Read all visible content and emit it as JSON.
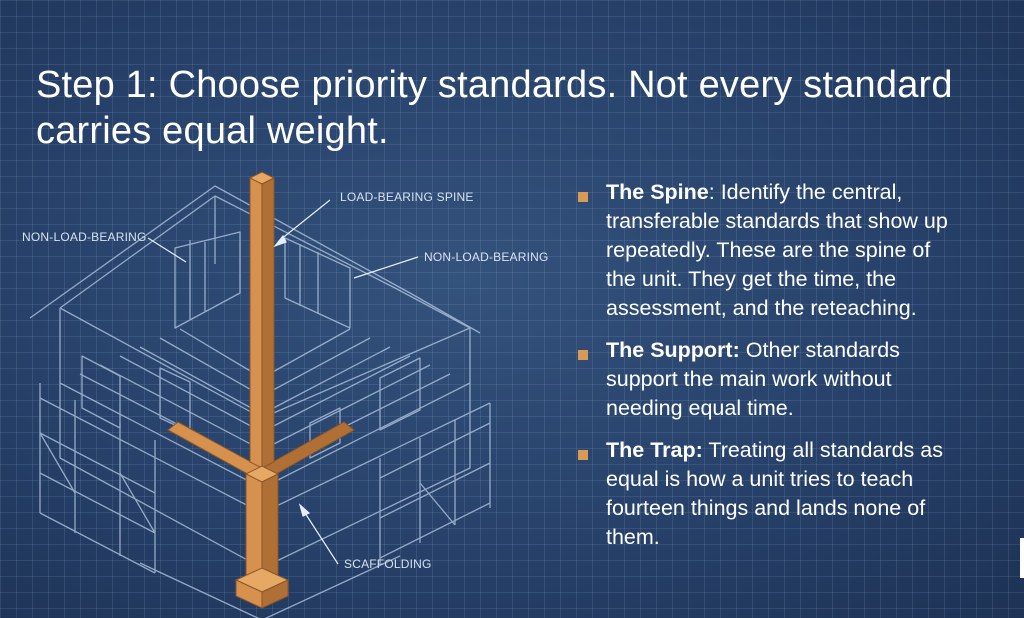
{
  "title": {
    "line1": "Step 1: Choose priority standards. Not every standard",
    "line2": "carries equal weight."
  },
  "diagram": {
    "labels": {
      "spine": "LOAD-BEARING SPINE",
      "non_load_left": "NON-LOAD-BEARING",
      "non_load_right": "NON-LOAD-BEARING",
      "scaffolding": "SCAFFOLDING"
    },
    "colors": {
      "beam": "#d7914f",
      "beam_dark": "#b06f35",
      "line": "#a9bdd8"
    }
  },
  "bullets": [
    {
      "heading": "The Spine",
      "separator": ": ",
      "text": "Identify the central,\ntransferable standards that show up\nrepeatedly. These are the spine of\nthe unit. They get the time, the\nassessment, and the reteaching."
    },
    {
      "heading": "The Support:",
      "separator": " ",
      "text": "Other standards\nsupport the main work without\nneeding equal time."
    },
    {
      "heading": "The Trap:",
      "separator": " ",
      "text": "Treating all standards as\nequal is how a unit tries to teach\nfourteen things and lands none of\nthem."
    }
  ],
  "colors": {
    "background": "#2a4468",
    "accent": "#d99a58",
    "text": "#ffffff"
  }
}
